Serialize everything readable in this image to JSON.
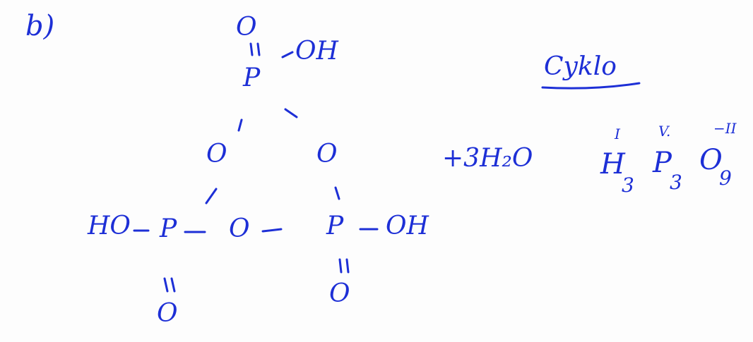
{
  "colors": {
    "ink": "#1d2fd6",
    "paper": "#fdfdfd"
  },
  "item_label": "b)",
  "structure": {
    "top_O": "O",
    "top_P": "P",
    "top_OH": "OH",
    "ring_O_left": "O",
    "ring_O_right": "O",
    "left_HO": "HO",
    "left_P": "P",
    "bridge_O": "O",
    "right_P": "P",
    "right_OH": "OH",
    "bottom_O_left": "O",
    "bottom_O_right": "O"
  },
  "reaction": {
    "plus_water": "+3H₂O"
  },
  "cyclic_label": "Cyklo",
  "formula": {
    "H": "H",
    "H_sub": "3",
    "H_ox": "I",
    "P": "P",
    "P_sub": "3",
    "P_ox": "V.",
    "O": "O",
    "O_sub": "9",
    "O_ox": "−II"
  }
}
